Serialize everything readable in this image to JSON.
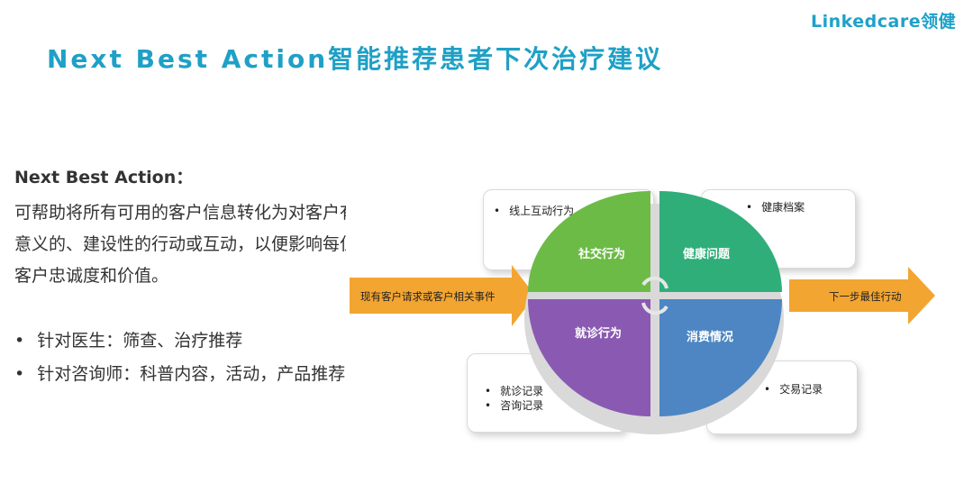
{
  "brand": {
    "logo_text": "Linkedcare领健",
    "color": "#1ea1c9"
  },
  "title": "Next Best Action智能推荐患者下次治疗建议",
  "left": {
    "heading": "Next Best Action：",
    "paragraph_lines": [
      "可帮助将所有可用的客户信息转化为对客户有",
      "意义的、建设性的行动或互动，以便影响每位",
      "客户忠诚度和价值。"
    ],
    "bullets": [
      "针对医生：筛查、治疗推荐",
      "针对咨询师：科普内容，活动，产品推荐"
    ]
  },
  "diagram": {
    "input_arrow": "现有客户请求或客户相关事件",
    "output_arrow": "下一步最佳行动",
    "quadrants": {
      "social": {
        "label": "社交行为",
        "color": "#6cbb46"
      },
      "health": {
        "label": "健康问题",
        "color": "#2fae7a"
      },
      "visit": {
        "label": "就诊行为",
        "color": "#8a5ab2"
      },
      "consume": {
        "label": "消费情况",
        "color": "#4d86c3"
      }
    },
    "cards": {
      "top_left": [
        "线上互动行为"
      ],
      "top_right": [
        "健康档案"
      ],
      "bottom_left": [
        "就诊记录",
        "咨询记录"
      ],
      "bottom_right": [
        "交易记录"
      ]
    },
    "arrow_color": "#f3a531"
  }
}
